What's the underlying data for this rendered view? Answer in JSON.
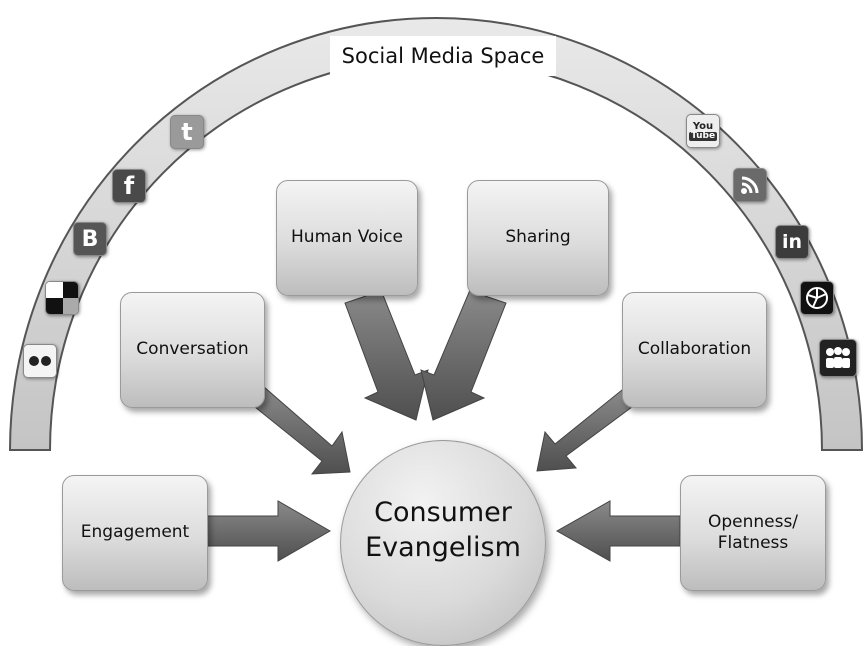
{
  "diagram": {
    "arc_title": "Social Media Space",
    "center": {
      "line1": "Consumer",
      "line2": "Evangelism"
    },
    "boxes": {
      "human_voice": "Human Voice",
      "sharing": "Sharing",
      "conversation": "Conversation",
      "collaboration": "Collaboration",
      "engagement": "Engagement",
      "openness_line1": "Openness/",
      "openness_line2": "Flatness"
    },
    "icons_left": [
      "flickr-icon",
      "delicious-icon",
      "blogger-icon",
      "facebook-icon",
      "twitter-icon"
    ],
    "icons_right": [
      "youtube-icon",
      "rss-icon",
      "linkedin-icon",
      "picasa-icon",
      "myspace-icon"
    ]
  }
}
